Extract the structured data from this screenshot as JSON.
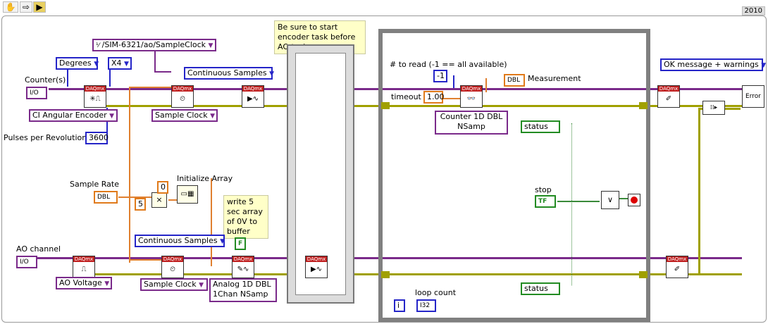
{
  "toolbar": {
    "run_icon": "hand-icon",
    "arrow_icon": "arrow-icon",
    "highlight_icon": "highlight-icon",
    "version": "2010"
  },
  "encoder": {
    "counters_label": "Counter(s)",
    "io_counter": "I/O",
    "units": "Degrees",
    "decoding": "X4",
    "measure_type": "CI Angular Encoder",
    "pulses_label": "Pulses per Revolution",
    "pulses_value": "3600",
    "sample_clock_source": "/SIM-6321/ao/SampleClock",
    "sample_mode": "Continuous Samples",
    "timing_type": "Sample Clock"
  },
  "ao": {
    "channel_label": "AO channel",
    "io_channel": "I/O",
    "measure_type": "AO Voltage",
    "sample_mode": "Continuous Samples",
    "timing_type": "Sample Clock",
    "write_type_1": "Analog 1D DBL",
    "write_type_2": "1Chan NSamp",
    "autostart": "F"
  },
  "buffer": {
    "sample_rate_label": "Sample Rate",
    "sample_rate_type": "DBL",
    "init_array_label": "Initialize Array",
    "zero_const": "0",
    "five_const": "5",
    "write_note": "write 5 sec array of 0V to buffer"
  },
  "sequence_note": "Be sure to start encoder task before AO task",
  "loop": {
    "to_read_label": "# to read (-1 == all available)",
    "to_read_value": "-1",
    "timeout_label": "timeout",
    "timeout_value": "1.00",
    "measurement_label": "Measurement",
    "measurement_type": "DBL",
    "read_type_1": "Counter 1D DBL",
    "read_type_2": "NSamp",
    "status_label": "status",
    "status_label_2": "status",
    "stop_label": "stop",
    "stop_type": "TF",
    "loop_count_label": "loop count",
    "iter_terminal": "i",
    "iter_type": "I32"
  },
  "error_handler": {
    "message_type": "OK message + warnings",
    "error_icon": "Error"
  },
  "colors": {
    "task_wire": "#7a2a8a",
    "error_wire": "#a0a000",
    "dbl_wire": "#e08030",
    "int_wire": "#2525c8",
    "bool_wire": "#3a8a3a",
    "daqmx_header": "#c02020"
  }
}
